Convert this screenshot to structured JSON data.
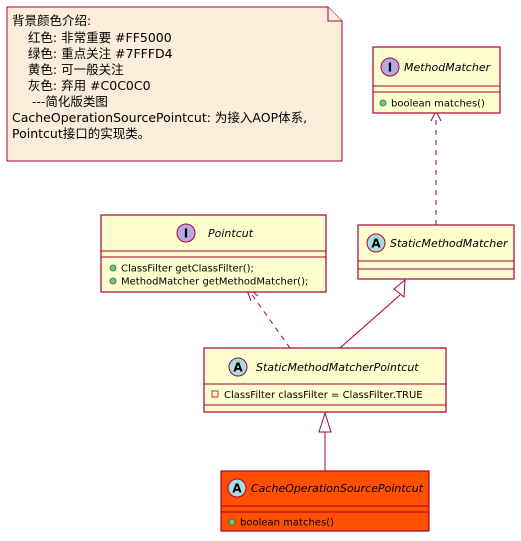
{
  "note": {
    "lines": [
      "背景颜色介绍:",
      "    红色: 非常重要 #FF5000",
      "    绿色: 重点关注 #7FFFD4",
      "    黄色: 可一般关注",
      "    灰色: 弃用 #C0C0C0",
      "     ---简化版类图",
      "CacheOperationSourcePointcut: 为接入AOP体系,",
      "Pointcut接口的实现类。"
    ]
  },
  "classes": {
    "method_matcher": {
      "stereotype": "I",
      "name": "MethodMatcher",
      "members": [
        "boolean matches()"
      ]
    },
    "pointcut": {
      "stereotype": "I",
      "name": "Pointcut",
      "members": [
        "ClassFilter getClassFilter();",
        "MethodMatcher getMethodMatcher();"
      ]
    },
    "static_method_matcher": {
      "stereotype": "A",
      "name": "StaticMethodMatcher",
      "members": []
    },
    "static_method_matcher_pointcut": {
      "stereotype": "A",
      "name": "StaticMethodMatcherPointcut",
      "members": [
        "ClassFilter classFilter = ClassFilter.TRUE"
      ]
    },
    "cache_operation_source_pointcut": {
      "stereotype": "A",
      "name": "CacheOperationSourcePointcut",
      "members": [
        "boolean matches()"
      ]
    }
  },
  "colors": {
    "class_fill": "#FEFECE",
    "class_border": "#A80036",
    "highlight_fill": "#FF5000",
    "note_fill": "#FBEDD9",
    "interface_badge": "#B4A7E5",
    "abstract_badge": "#A9DCDF",
    "public_dot": "#84BE84",
    "private_box": "#C82930"
  }
}
